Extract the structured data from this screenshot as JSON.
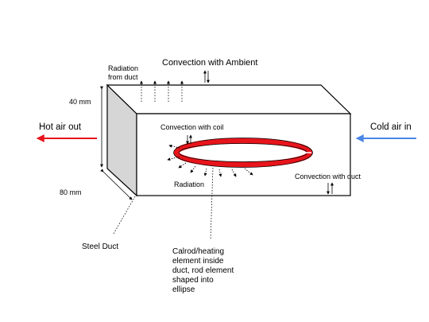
{
  "labels": {
    "convection_ambient": "Convection with Ambient",
    "radiation_duct_line1": "Radiation",
    "radiation_duct_line2": "from duct",
    "height_dim": "40 mm",
    "depth_dim": "80 mm",
    "hot_air_out": "Hot air out",
    "cold_air_in": "Cold air in",
    "convection_coil": "Convection with coil",
    "radiation_coil": "Radiation",
    "convection_duct": "Convection with  duct",
    "steel_duct": "Steel Duct",
    "element_note": [
      "Calrod/heating",
      "element inside",
      "duct, rod element",
      "shaped into",
      "ellipse"
    ]
  },
  "colors": {
    "hot_arrow": "#e8141b",
    "cold_arrow": "#4a86e8",
    "heating_element": "#e8141b",
    "duct_side_face": "#d6d6d6",
    "outline": "#000000"
  }
}
